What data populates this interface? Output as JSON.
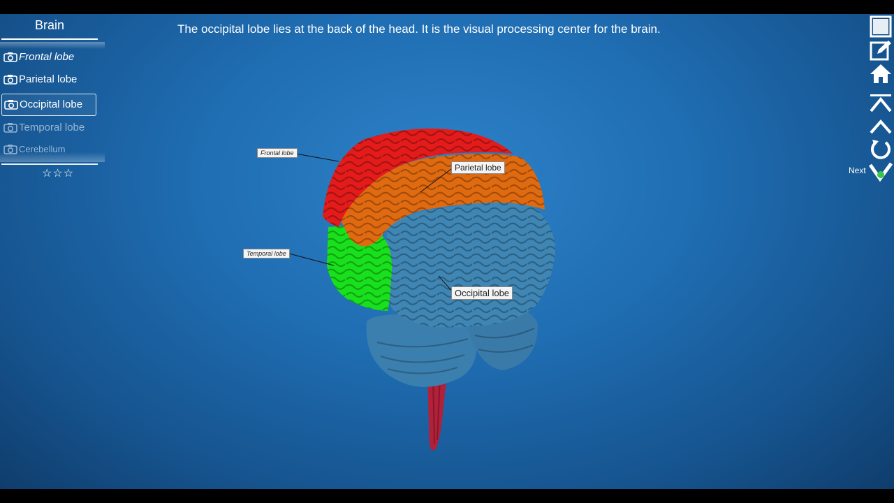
{
  "menu": {
    "title": "Brain",
    "items": [
      {
        "label": "Frontal lobe"
      },
      {
        "label": "Parietal lobe"
      },
      {
        "label": "Occipital lobe"
      },
      {
        "label": "Temporal lobe"
      },
      {
        "label": "Cerebellum"
      }
    ],
    "stars": "☆☆☆"
  },
  "description": "The occipital lobe lies at the back of the head. It is the visual processing center for the brain.",
  "toolbar": {
    "next_label": "Next",
    "icons": [
      "fullscreen-icon",
      "edit-icon",
      "home-icon",
      "first-step-icon",
      "previous-step-icon",
      "reset-icon",
      "next-check-icon"
    ]
  },
  "labels": {
    "frontal": "Frontal lobe",
    "parietal": "Parietal lobe",
    "temporal": "Temporal lobe",
    "occipital": "Occipital lobe"
  },
  "colors": {
    "frontal": "#e31b1b",
    "parietal": "#e06a10",
    "temporal": "#19e01c",
    "occipital": "#3f86b4",
    "cerebellum": "#3b7fae",
    "brainstem": "#b2203a"
  }
}
